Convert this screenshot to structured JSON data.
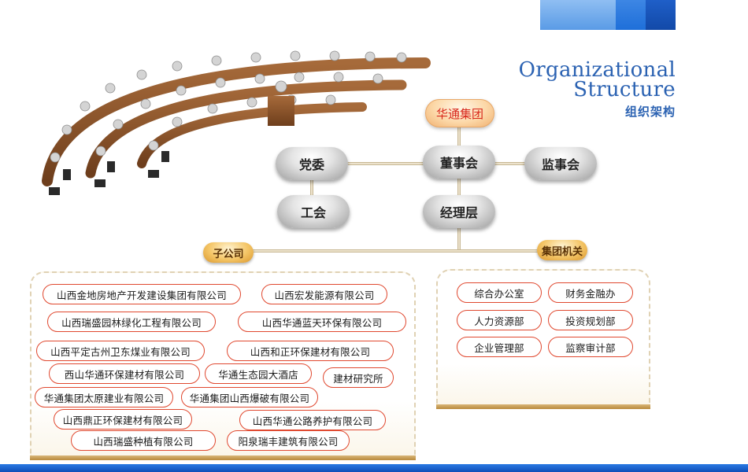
{
  "title": {
    "en_line1": "Organizational",
    "en_line2": "Structure",
    "cn": "组织架构"
  },
  "top_node": "华通集团",
  "nodes": {
    "party_committee": "党委",
    "board": "董事会",
    "supervisory_board": "监事会",
    "union": "工会",
    "management": "经理层"
  },
  "sections": {
    "subsidiaries_label": "子公司",
    "group_departments_label": "集团机关"
  },
  "subsidiaries": [
    "山西金地房地产开发建设集团有限公司",
    "山西宏发能源有限公司",
    "山西瑞盛园林绿化工程有限公司",
    "山西华通蓝天环保有限公司",
    "山西平定古州卫东煤业有限公司",
    "山西和正环保建材有限公司",
    "西山华通环保建材有限公司",
    "华通生态园大酒店",
    "建材研究所",
    "华通集团太原建业有限公司",
    "华通集团山西爆破有限公司",
    "山西鼎正环保建材有限公司",
    "山西华通公路养护有限公司",
    "山西瑞盛种植有限公司",
    "阳泉瑞丰建筑有限公司"
  ],
  "departments": [
    "综合办公室",
    "财务金融办",
    "人力资源部",
    "投资规划部",
    "企业管理部",
    "监察审计部"
  ],
  "colors": {
    "title_blue": "#2b62b2",
    "pill_border": "#e0482f",
    "group_text": "#d8281c",
    "bar_blue": "#1e6fd9"
  }
}
